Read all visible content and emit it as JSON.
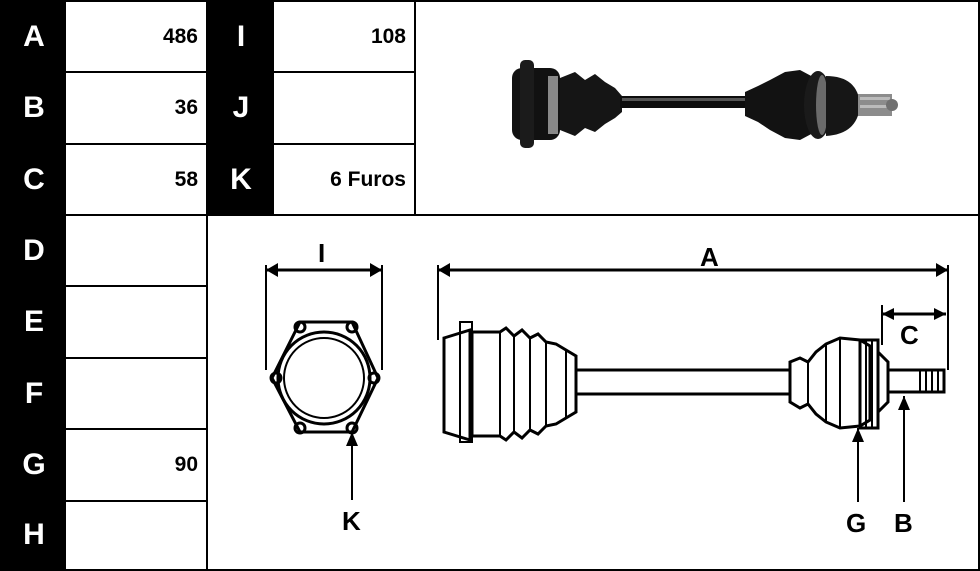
{
  "left_table": {
    "rows": [
      {
        "key": "A",
        "value": "486"
      },
      {
        "key": "B",
        "value": "36"
      },
      {
        "key": "C",
        "value": "58"
      },
      {
        "key": "D",
        "value": ""
      },
      {
        "key": "E",
        "value": ""
      },
      {
        "key": "F",
        "value": ""
      },
      {
        "key": "G",
        "value": "90"
      },
      {
        "key": "H",
        "value": ""
      }
    ]
  },
  "right_table": {
    "rows": [
      {
        "key": "I",
        "value": "108"
      },
      {
        "key": "J",
        "value": ""
      },
      {
        "key": "K",
        "value": "6 Furos"
      }
    ]
  },
  "diagram": {
    "dim_i": "I",
    "dim_a": "A",
    "dim_c": "C",
    "callout_k": "K",
    "callout_g": "G",
    "callout_b": "B"
  }
}
